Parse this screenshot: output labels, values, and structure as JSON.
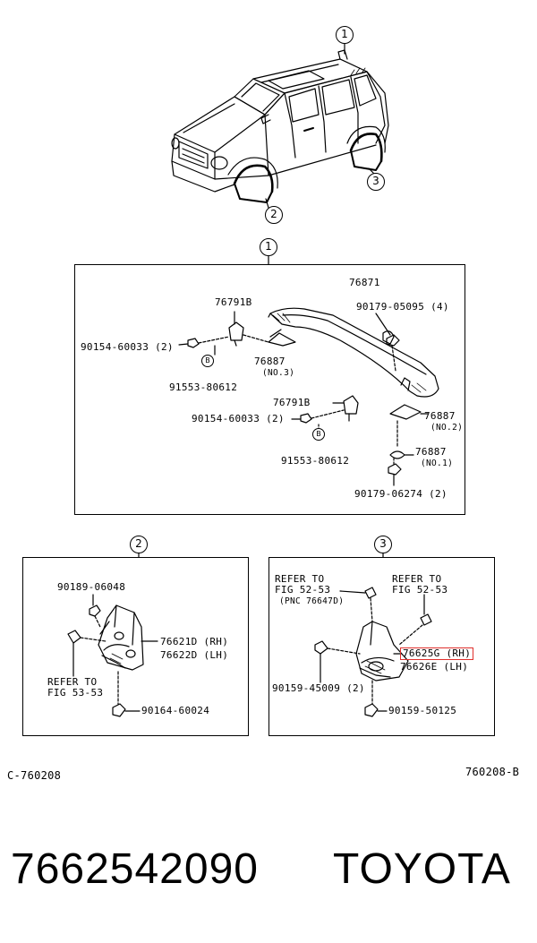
{
  "callouts": {
    "c1": "1",
    "c2": "2",
    "c3": "3"
  },
  "panel1": {
    "title": "1",
    "labels": {
      "p76791b_top": "76791B",
      "p90154_top": "90154-60033 (2)",
      "p91553_top": "91553-80612",
      "p76887_no3": "76887",
      "no3": "(NO.3)",
      "p76871": "76871",
      "p90179_05095": "90179-05095 (4)",
      "p76791b_bot": "76791B",
      "p90154_bot": "90154-60033 (2)",
      "p91553_bot": "91553-80612",
      "p76887_no2": "76887",
      "no2": "(NO.2)",
      "p76887_no1": "76887",
      "no1": "(NO.1)",
      "p90179_06274": "90179-06274 (2)",
      "b_top": "B",
      "b_bot": "B"
    }
  },
  "panel2": {
    "title": "2",
    "labels": {
      "p90189": "90189-06048",
      "p76621d": "76621D (RH)",
      "p76622d": "76622D (LH)",
      "refer1": "REFER TO",
      "refer2": "FIG 53-53",
      "p90164": "90164-60024"
    }
  },
  "panel3": {
    "title": "3",
    "labels": {
      "referA1": "REFER TO",
      "referA2": "FIG 52-53",
      "referA3": "(PNC 76647D)",
      "referB1": "REFER TO",
      "referB2": "FIG 52-53",
      "p76625g": "76625G (RH)",
      "p76626e": "76626E (LH)",
      "p90159_45009": "90159-45009 (2)",
      "p90159_50125": "90159-50125"
    }
  },
  "codes": {
    "left": "C-760208",
    "right": "760208-B"
  },
  "footer": {
    "part_number": "7662542090",
    "brand": "TOYOTA"
  },
  "colors": {
    "highlight": "#e0302c",
    "line": "#000000"
  }
}
